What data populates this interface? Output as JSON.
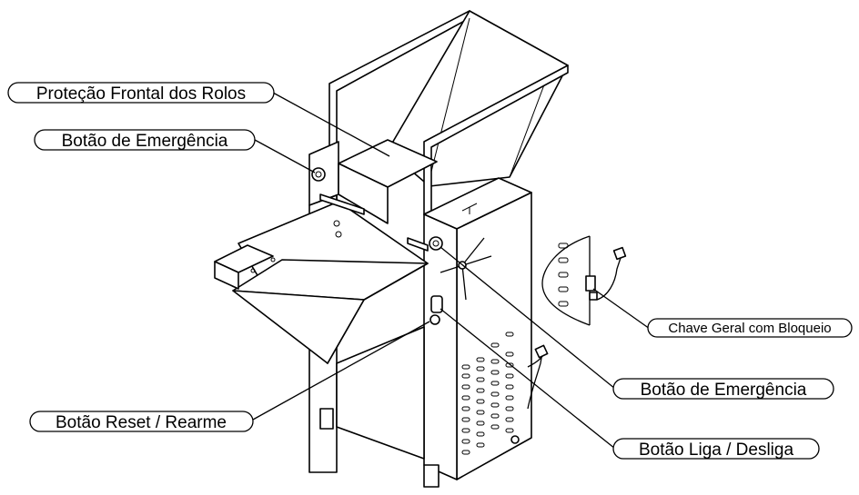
{
  "labels": {
    "front_roller_guard": "Proteção Frontal dos Rolos",
    "emergency_button_left": "Botão de Emergência",
    "main_switch_lockout": "Chave Geral com Bloqueio",
    "emergency_button_right": "Botão de Emergência",
    "reset_button": "Botão Reset / Rearme",
    "on_off_button": "Botão Liga / Desliga"
  }
}
